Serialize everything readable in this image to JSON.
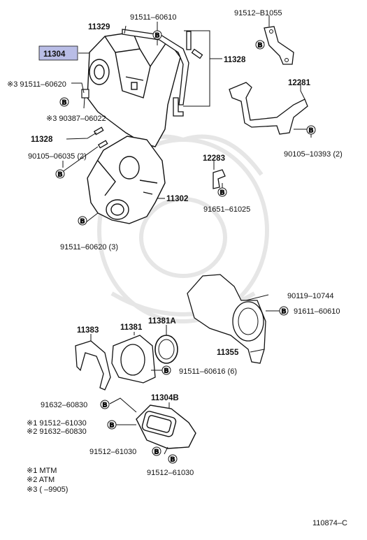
{
  "highlight_color": "#b9bde6",
  "watermark_color": "#e6e6e6",
  "labels": {
    "p11329": "11329",
    "p91511_60610": "91511–60610",
    "p91512_B1055": "91512–B1055",
    "p11304": "11304",
    "p11328_top": "11328",
    "p91511_60620": "※3 91511–60620",
    "p12281": "12281",
    "p90387_06022": "※3 90387–06022",
    "p11328_left": "11328",
    "p90105_06035": "90105–06035 (2)",
    "p90105_10393": "90105–10393 (2)",
    "p12283": "12283",
    "p11302": "11302",
    "p91651_61025": "91651–61025",
    "p91511_60620_3": "91511–60620 (3)",
    "p90119_10744": "90119–10744",
    "p91611_60610": "91611–60610",
    "p11383": "11383",
    "p11381": "11381",
    "p11381A": "11381A",
    "p11355": "11355",
    "p91511_60616": "91511–60616 (6)",
    "p11304B": "11304B",
    "p91632_60830": "91632–60830",
    "p91512_61030_m1": "※1 91512–61030",
    "p91632_60830_m2": "※2 91632–60830",
    "p91512_61030_a": "91512–61030",
    "p91512_61030_b": "91512–61030"
  },
  "badge_letter": "B",
  "notes": {
    "mtm": "※1  MTM",
    "atm": "※2  ATM",
    "range": "※3  (        –9905)"
  },
  "diagram_id": "110874–C"
}
